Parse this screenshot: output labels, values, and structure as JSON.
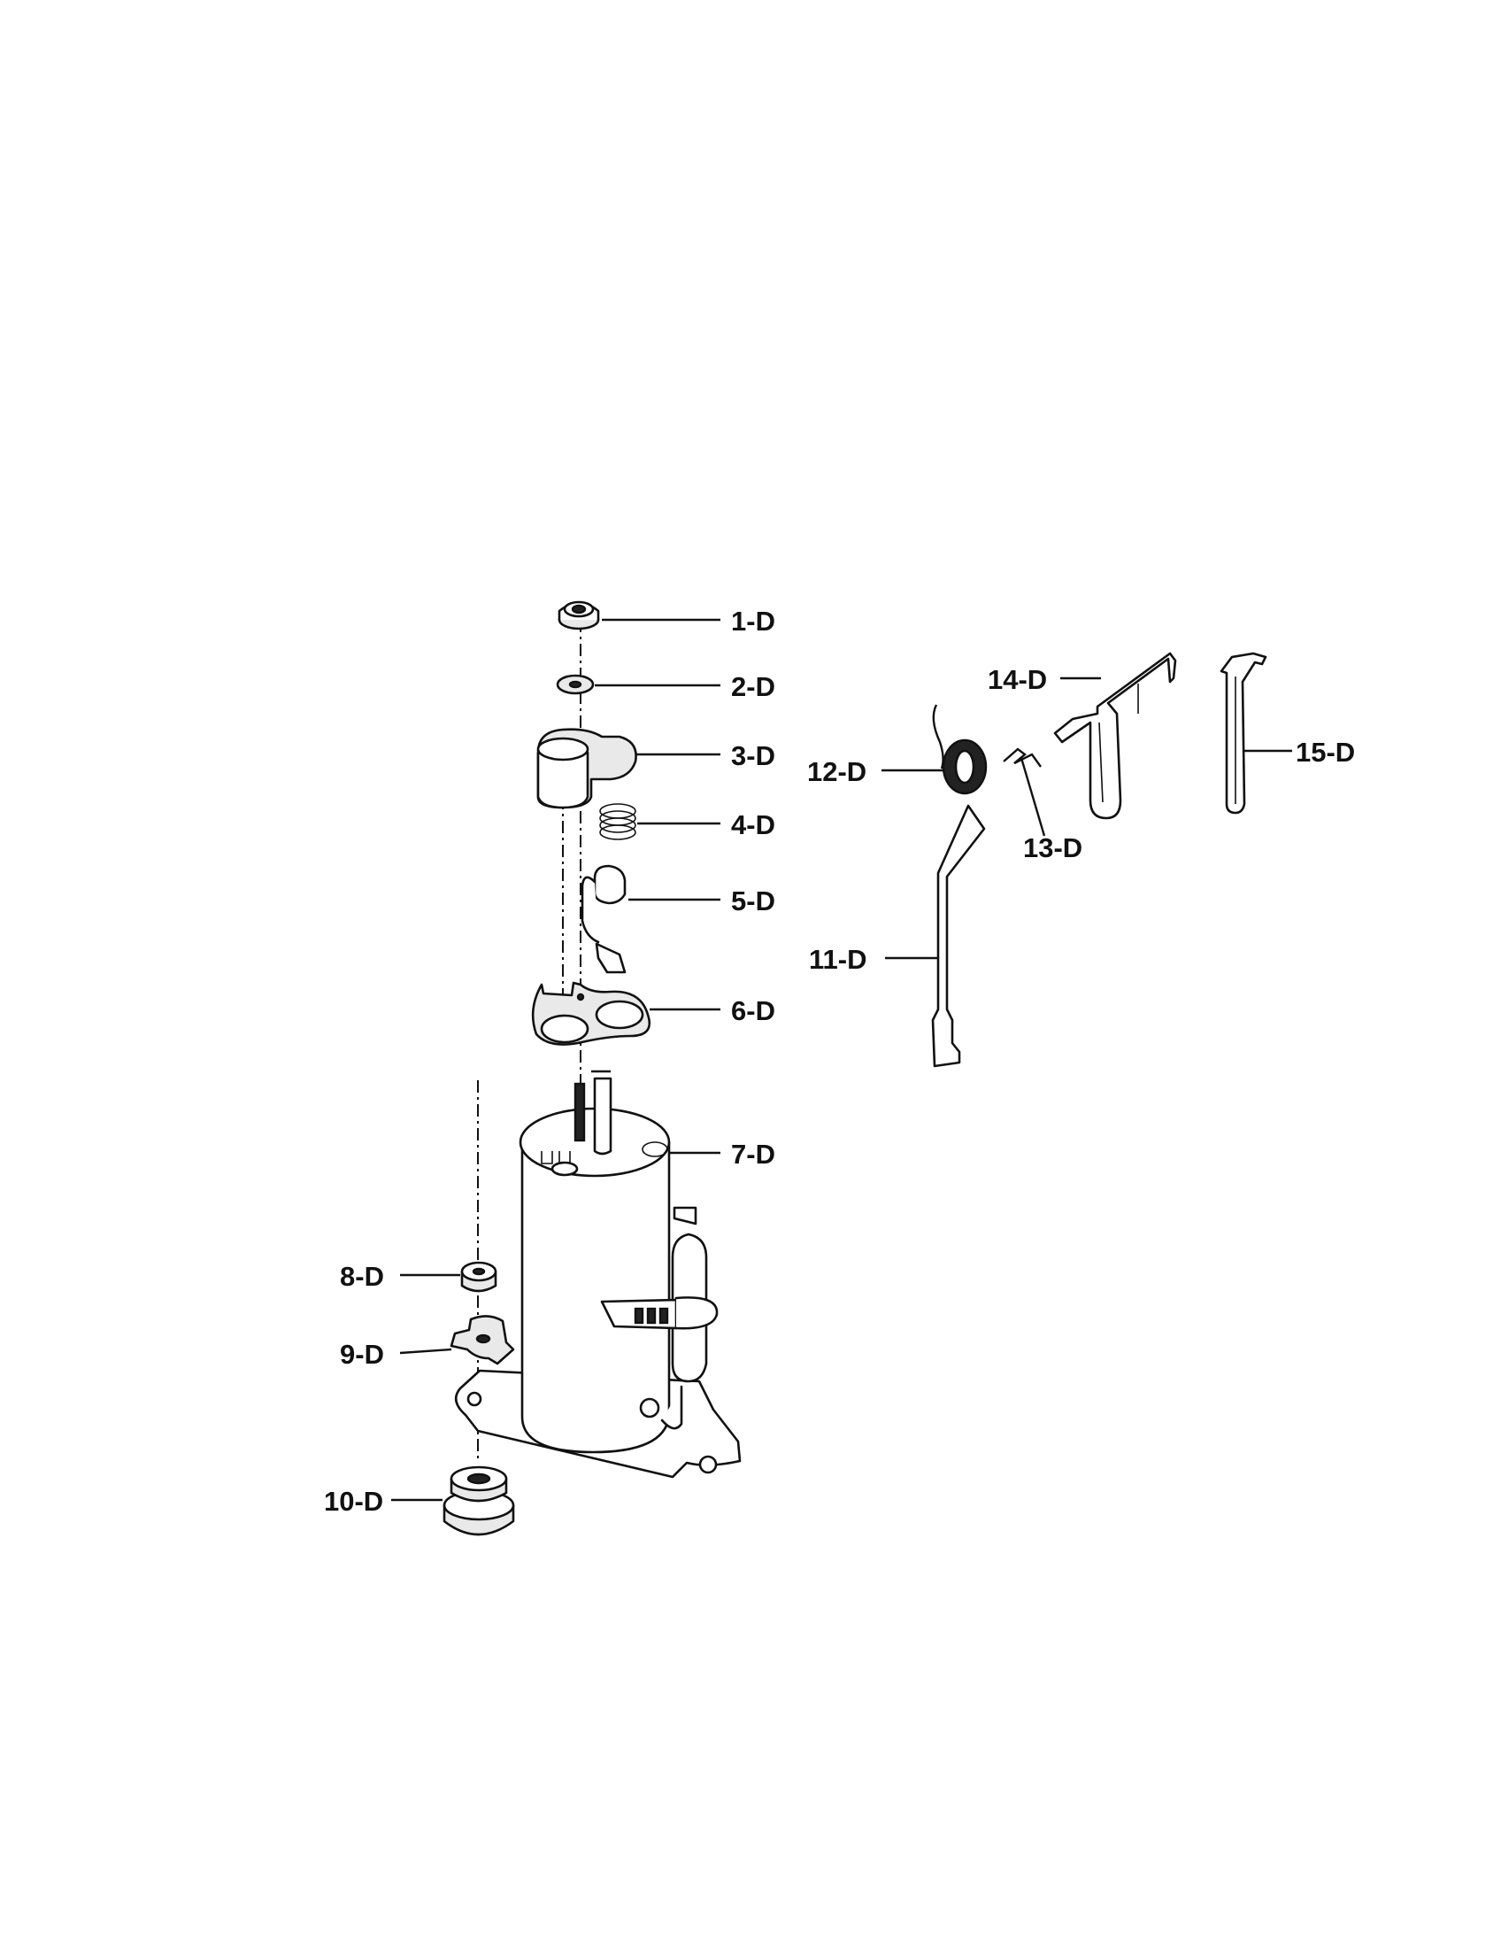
{
  "callouts": [
    {
      "id": "1-D"
    },
    {
      "id": "2-D"
    },
    {
      "id": "3-D"
    },
    {
      "id": "4-D"
    },
    {
      "id": "5-D"
    },
    {
      "id": "6-D"
    },
    {
      "id": "7-D"
    },
    {
      "id": "8-D"
    },
    {
      "id": "9-D"
    },
    {
      "id": "10-D"
    },
    {
      "id": "11-D"
    },
    {
      "id": "12-D"
    },
    {
      "id": "13-D"
    },
    {
      "id": "14-D"
    },
    {
      "id": "15-D"
    }
  ],
  "colors": {
    "ink": "#111111",
    "background": "#ffffff"
  }
}
